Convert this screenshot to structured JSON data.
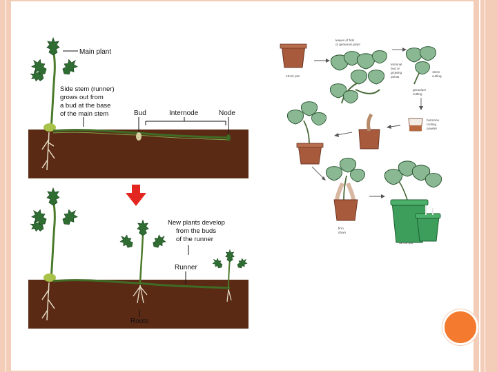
{
  "colors": {
    "frame": "#f4cdb8",
    "accent": "#f37a2e",
    "soil": "#5a2a15",
    "leaf": "#2f6d33",
    "arrow": "#e3261f"
  },
  "runner_top": {
    "main_plant": "Main plant",
    "side_stem_1": "Side stem (runner)",
    "side_stem_2": "grows out from",
    "side_stem_3": "a bud at the base",
    "side_stem_4": "of the main stem",
    "bud": "Bud",
    "internode": "Internode",
    "node": "Node"
  },
  "runner_bottom": {
    "new_plants_1": "New plants develop",
    "new_plants_2": "from the buds",
    "new_plants_3": "of the runner",
    "runner": "Runner",
    "roots": "Roots"
  },
  "cuttings": {
    "label_parent_1": "leaves of first",
    "label_parent_2": "or geranium plant",
    "label_pot": "10cm pot",
    "label_terminal_1": "terminal",
    "label_terminal_2": "bud or",
    "label_terminal_3": "growing",
    "label_terminal_4": "points",
    "label_cutting_1": "10cm",
    "label_cutting_2": "cutting",
    "label_geranium_1": "geranium",
    "label_geranium_2": "cutting",
    "label_hormone_1": "hormone",
    "label_hormone_2": "rooting",
    "label_hormone_3": "powder",
    "label_firm_1": "firm",
    "label_firm_2": "down",
    "label_pot2": "12 cm pot"
  }
}
